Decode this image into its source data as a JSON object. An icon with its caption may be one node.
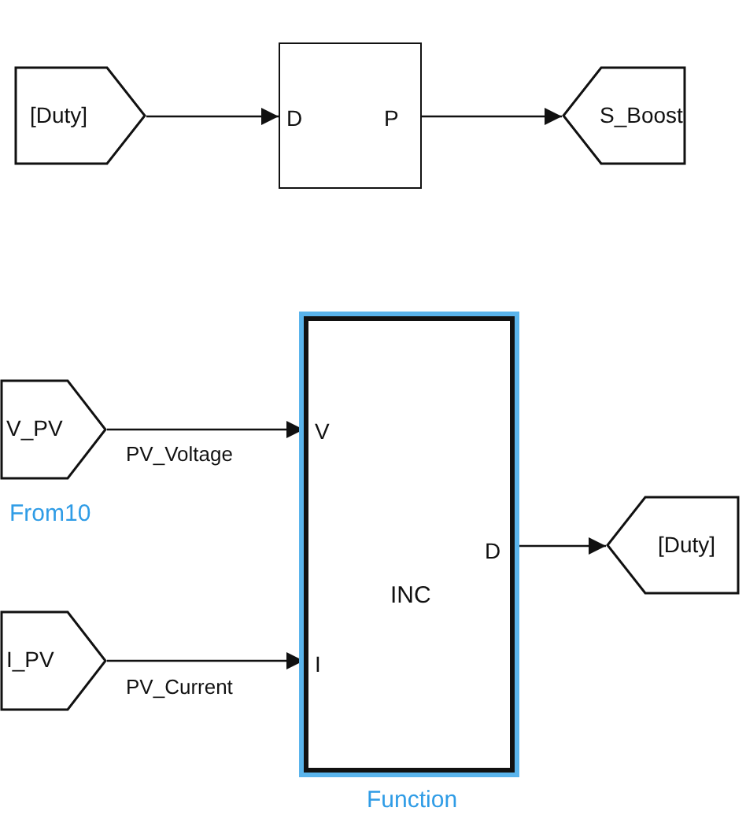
{
  "diagram": {
    "nodes": [
      {
        "text": [
          "[Duty]"
        ]
      },
      {
        "text": [
          "D",
          "P"
        ]
      },
      {
        "text": [
          "S_Boost"
        ]
      },
      {
        "text": [
          "V_PV"
        ],
        "beside": [
          "From10"
        ]
      },
      {
        "text": [
          "V",
          "I",
          "D",
          "INC"
        ],
        "beside": [
          "Function"
        ]
      },
      {
        "text": [
          "I_PV"
        ]
      },
      {
        "text": [
          "[Duty]"
        ]
      }
    ],
    "edges": [
      {
        "from": 0,
        "to": 1,
        "arrow": "to"
      },
      {
        "from": 1,
        "to": 2,
        "arrow": "to"
      },
      {
        "from": 3,
        "to": 4,
        "arrow": "to",
        "label": "PV_Voltage"
      },
      {
        "from": 5,
        "to": 4,
        "arrow": "to",
        "label": "PV_Current"
      },
      {
        "from": 4,
        "to": 6,
        "arrow": "to"
      }
    ]
  }
}
